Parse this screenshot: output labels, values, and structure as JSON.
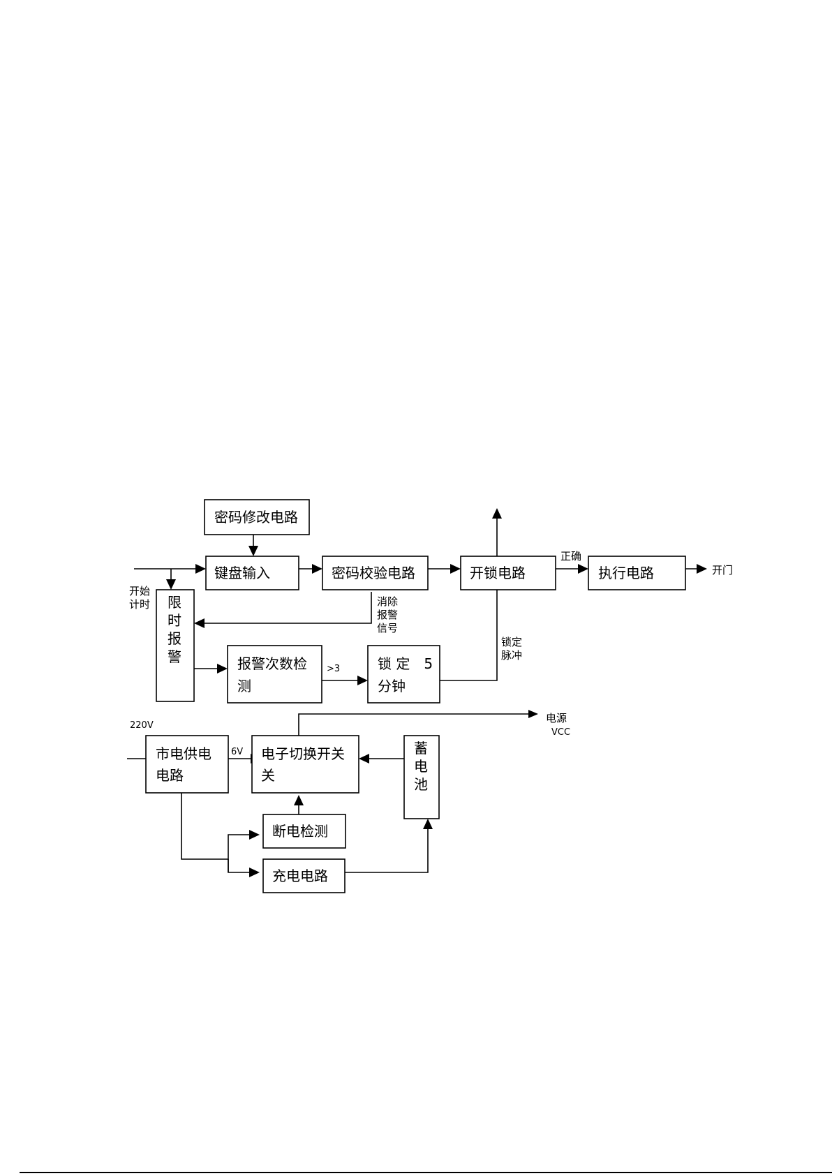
{
  "diagram": {
    "boxes": {
      "pwd_modify": "密码修改电路",
      "keyboard": "键盘输入",
      "pwd_verify": "密码校验电路",
      "unlock": "开锁电路",
      "execute": "执行电路",
      "limit_alarm": [
        "限",
        "时",
        "报",
        "警"
      ],
      "alarm_count": [
        "报警次数检",
        "测"
      ],
      "lock5": [
        "锁 定　5",
        "分钟"
      ],
      "mains": [
        "市电供电",
        "电路"
      ],
      "switch": [
        "电子切换开关",
        "关"
      ],
      "battery": [
        "蓄",
        "电",
        "池"
      ],
      "power_detect": "断电检测",
      "charge": "充电电路"
    },
    "labels": {
      "correct": "正确",
      "open_door": "开门",
      "start_timing": [
        "开始",
        "计时"
      ],
      "clear_alarm": [
        "消除",
        "报警",
        "信号"
      ],
      "lock_pulse": [
        "锁定",
        "脉冲"
      ],
      "gt3": ">3",
      "v220": "220V",
      "v6": "6V",
      "power_out": [
        "电源",
        "VCC"
      ]
    }
  }
}
